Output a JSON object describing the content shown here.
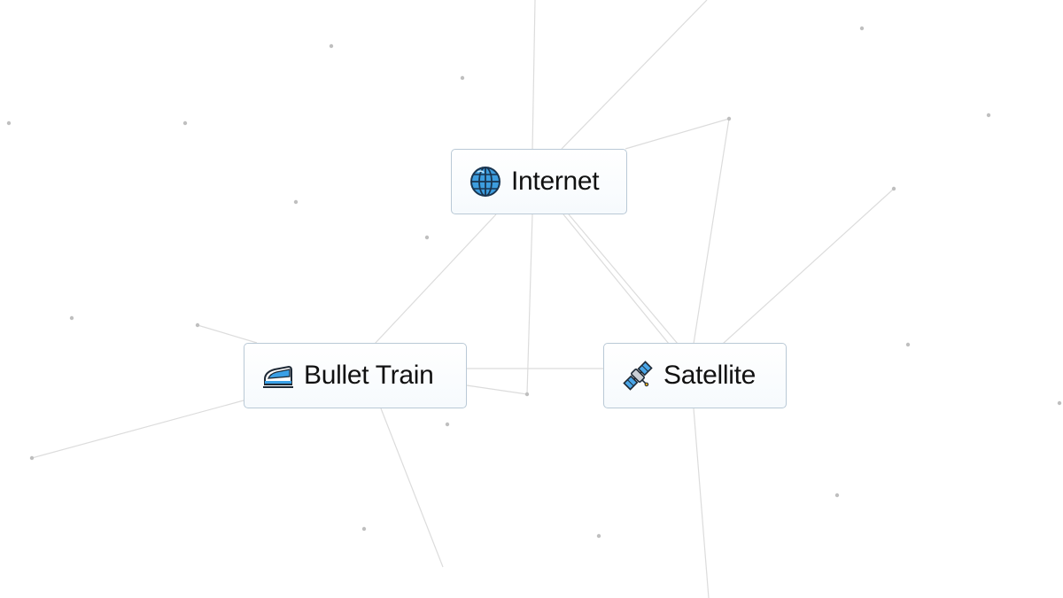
{
  "canvas": {
    "background": "#ffffff",
    "line_color": "#d9d9d9",
    "dot_color": "#bdbdbd"
  },
  "elements": [
    {
      "id": "internet",
      "label": "Internet",
      "icon": "globe-icon"
    },
    {
      "id": "bullet_train",
      "label": "Bullet Train",
      "icon": "bullet-train-icon"
    },
    {
      "id": "satellite",
      "label": "Satellite",
      "icon": "satellite-icon"
    }
  ]
}
